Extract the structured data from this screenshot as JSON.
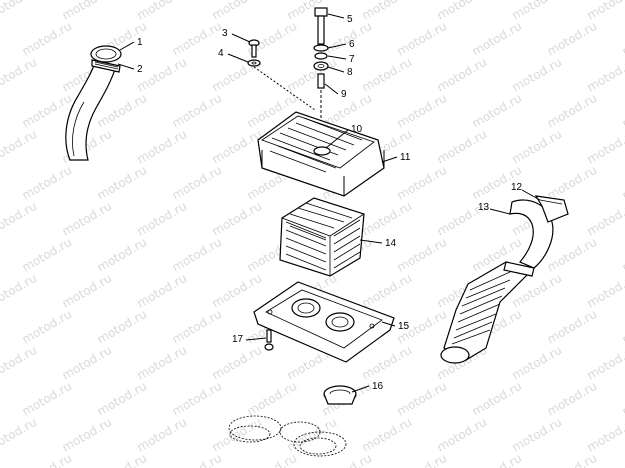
{
  "watermark": "motod.ru",
  "callouts": [
    {
      "id": "1",
      "label": "1"
    },
    {
      "id": "2",
      "label": "2"
    },
    {
      "id": "3",
      "label": "3"
    },
    {
      "id": "4",
      "label": "4"
    },
    {
      "id": "5",
      "label": "5"
    },
    {
      "id": "6",
      "label": "6"
    },
    {
      "id": "7",
      "label": "7"
    },
    {
      "id": "8",
      "label": "8"
    },
    {
      "id": "9",
      "label": "9"
    },
    {
      "id": "10",
      "label": "10"
    },
    {
      "id": "11",
      "label": "11"
    },
    {
      "id": "12",
      "label": "12"
    },
    {
      "id": "13",
      "label": "13"
    },
    {
      "id": "14",
      "label": "14"
    },
    {
      "id": "15",
      "label": "15"
    },
    {
      "id": "16",
      "label": "16"
    },
    {
      "id": "17",
      "label": "17"
    }
  ]
}
